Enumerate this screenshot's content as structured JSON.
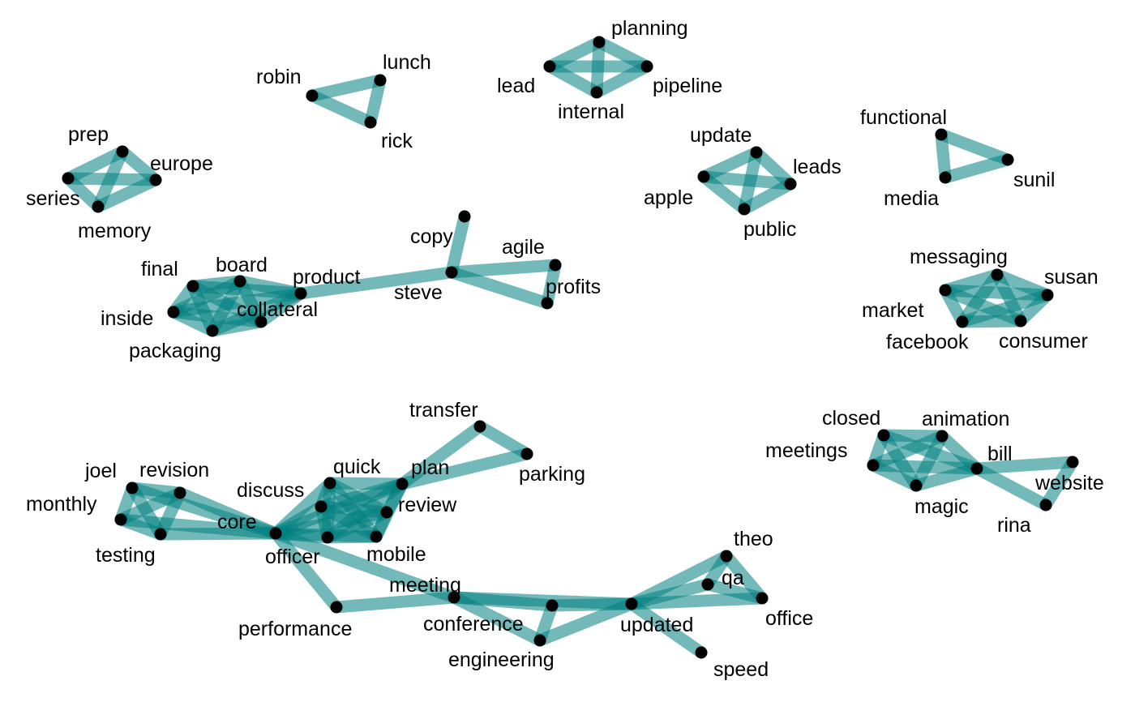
{
  "colors": {
    "edge": "#008080",
    "node": "#000000",
    "label": "#000000",
    "background": "#ffffff"
  },
  "nodes": [
    {
      "id": "robin",
      "label": "robin"
    },
    {
      "id": "lunch",
      "label": "lunch"
    },
    {
      "id": "rick",
      "label": "rick"
    },
    {
      "id": "planning",
      "label": "planning"
    },
    {
      "id": "lead",
      "label": "lead"
    },
    {
      "id": "pipeline",
      "label": "pipeline"
    },
    {
      "id": "internal",
      "label": "internal"
    },
    {
      "id": "prep",
      "label": "prep"
    },
    {
      "id": "europe",
      "label": "europe"
    },
    {
      "id": "series",
      "label": "series"
    },
    {
      "id": "memory",
      "label": "memory"
    },
    {
      "id": "update",
      "label": "update"
    },
    {
      "id": "leads",
      "label": "leads"
    },
    {
      "id": "apple",
      "label": "apple"
    },
    {
      "id": "public",
      "label": "public"
    },
    {
      "id": "functional",
      "label": "functional"
    },
    {
      "id": "sunil",
      "label": "sunil"
    },
    {
      "id": "media",
      "label": "media"
    },
    {
      "id": "copy",
      "label": "copy"
    },
    {
      "id": "agile",
      "label": "agile"
    },
    {
      "id": "steve",
      "label": "steve"
    },
    {
      "id": "profits",
      "label": "profits"
    },
    {
      "id": "product",
      "label": "product"
    },
    {
      "id": "final",
      "label": "final"
    },
    {
      "id": "board",
      "label": "board"
    },
    {
      "id": "inside",
      "label": "inside"
    },
    {
      "id": "collateral",
      "label": "collateral"
    },
    {
      "id": "packaging",
      "label": "packaging"
    },
    {
      "id": "messaging",
      "label": "messaging"
    },
    {
      "id": "susan",
      "label": "susan"
    },
    {
      "id": "market",
      "label": "market"
    },
    {
      "id": "facebook",
      "label": "facebook"
    },
    {
      "id": "consumer",
      "label": "consumer"
    },
    {
      "id": "transfer",
      "label": "transfer"
    },
    {
      "id": "parking",
      "label": "parking"
    },
    {
      "id": "joel",
      "label": "joel"
    },
    {
      "id": "revision",
      "label": "revision"
    },
    {
      "id": "monthly",
      "label": "monthly"
    },
    {
      "id": "testing",
      "label": "testing"
    },
    {
      "id": "core",
      "label": "core"
    },
    {
      "id": "quick",
      "label": "quick"
    },
    {
      "id": "plan",
      "label": "plan"
    },
    {
      "id": "discuss",
      "label": "discuss"
    },
    {
      "id": "review",
      "label": "review"
    },
    {
      "id": "officer",
      "label": "officer"
    },
    {
      "id": "mobile",
      "label": "mobile"
    },
    {
      "id": "closed",
      "label": "closed"
    },
    {
      "id": "animation",
      "label": "animation"
    },
    {
      "id": "meetings",
      "label": "meetings"
    },
    {
      "id": "bill",
      "label": "bill"
    },
    {
      "id": "website",
      "label": "website"
    },
    {
      "id": "magic",
      "label": "magic"
    },
    {
      "id": "rina",
      "label": "rina"
    },
    {
      "id": "theo",
      "label": "theo"
    },
    {
      "id": "qa",
      "label": "qa"
    },
    {
      "id": "office",
      "label": "office"
    },
    {
      "id": "meeting",
      "label": "meeting"
    },
    {
      "id": "performance",
      "label": "performance"
    },
    {
      "id": "conference",
      "label": "conference"
    },
    {
      "id": "updated",
      "label": "updated"
    },
    {
      "id": "engineering",
      "label": "engineering"
    },
    {
      "id": "speed",
      "label": "speed"
    },
    {
      "id": "officer_hub",
      "label": ""
    },
    {
      "id": "quick_hub",
      "label": ""
    },
    {
      "id": "mobile_hub",
      "label": ""
    }
  ],
  "edges": [
    [
      "robin",
      "lunch"
    ],
    [
      "robin",
      "rick"
    ],
    [
      "lunch",
      "rick"
    ],
    [
      "planning",
      "lead"
    ],
    [
      "planning",
      "pipeline"
    ],
    [
      "planning",
      "internal"
    ],
    [
      "lead",
      "pipeline"
    ],
    [
      "lead",
      "internal"
    ],
    [
      "pipeline",
      "internal"
    ],
    [
      "prep",
      "europe"
    ],
    [
      "prep",
      "series"
    ],
    [
      "prep",
      "memory"
    ],
    [
      "europe",
      "series"
    ],
    [
      "europe",
      "memory"
    ],
    [
      "series",
      "memory"
    ],
    [
      "update",
      "leads"
    ],
    [
      "update",
      "apple"
    ],
    [
      "update",
      "public"
    ],
    [
      "leads",
      "apple"
    ],
    [
      "leads",
      "public"
    ],
    [
      "apple",
      "public"
    ],
    [
      "functional",
      "sunil"
    ],
    [
      "functional",
      "media"
    ],
    [
      "sunil",
      "media"
    ],
    [
      "copy",
      "steve"
    ],
    [
      "agile",
      "steve"
    ],
    [
      "agile",
      "profits"
    ],
    [
      "steve",
      "profits"
    ],
    [
      "steve",
      "product"
    ],
    [
      "product",
      "final"
    ],
    [
      "product",
      "board"
    ],
    [
      "product",
      "inside"
    ],
    [
      "product",
      "collateral"
    ],
    [
      "product",
      "packaging"
    ],
    [
      "final",
      "board"
    ],
    [
      "final",
      "inside"
    ],
    [
      "final",
      "collateral"
    ],
    [
      "final",
      "packaging"
    ],
    [
      "board",
      "inside"
    ],
    [
      "board",
      "collateral"
    ],
    [
      "board",
      "packaging"
    ],
    [
      "inside",
      "collateral"
    ],
    [
      "inside",
      "packaging"
    ],
    [
      "collateral",
      "packaging"
    ],
    [
      "messaging",
      "susan"
    ],
    [
      "messaging",
      "market"
    ],
    [
      "messaging",
      "facebook"
    ],
    [
      "messaging",
      "consumer"
    ],
    [
      "susan",
      "market"
    ],
    [
      "susan",
      "facebook"
    ],
    [
      "susan",
      "consumer"
    ],
    [
      "market",
      "facebook"
    ],
    [
      "market",
      "consumer"
    ],
    [
      "facebook",
      "consumer"
    ],
    [
      "transfer",
      "plan"
    ],
    [
      "transfer",
      "parking"
    ],
    [
      "parking",
      "plan"
    ],
    [
      "joel",
      "revision"
    ],
    [
      "joel",
      "monthly"
    ],
    [
      "joel",
      "testing"
    ],
    [
      "revision",
      "monthly"
    ],
    [
      "revision",
      "testing"
    ],
    [
      "monthly",
      "testing"
    ],
    [
      "joel",
      "core"
    ],
    [
      "revision",
      "core"
    ],
    [
      "monthly",
      "core"
    ],
    [
      "testing",
      "core"
    ],
    [
      "core",
      "quick"
    ],
    [
      "core",
      "plan"
    ],
    [
      "core",
      "discuss"
    ],
    [
      "core",
      "review"
    ],
    [
      "core",
      "officer"
    ],
    [
      "core",
      "mobile"
    ],
    [
      "quick",
      "plan"
    ],
    [
      "quick",
      "discuss"
    ],
    [
      "quick",
      "review"
    ],
    [
      "quick",
      "officer"
    ],
    [
      "quick",
      "mobile"
    ],
    [
      "plan",
      "discuss"
    ],
    [
      "plan",
      "review"
    ],
    [
      "plan",
      "officer"
    ],
    [
      "plan",
      "mobile"
    ],
    [
      "discuss",
      "review"
    ],
    [
      "discuss",
      "officer"
    ],
    [
      "discuss",
      "mobile"
    ],
    [
      "review",
      "officer"
    ],
    [
      "review",
      "mobile"
    ],
    [
      "officer",
      "mobile"
    ],
    [
      "core",
      "performance"
    ],
    [
      "core",
      "meeting"
    ],
    [
      "performance",
      "meeting"
    ],
    [
      "meeting",
      "conference"
    ],
    [
      "meeting",
      "updated"
    ],
    [
      "meeting",
      "engineering"
    ],
    [
      "conference",
      "updated"
    ],
    [
      "conference",
      "engineering"
    ],
    [
      "engineering",
      "updated"
    ],
    [
      "updated",
      "theo"
    ],
    [
      "updated",
      "qa"
    ],
    [
      "updated",
      "office"
    ],
    [
      "updated",
      "speed"
    ],
    [
      "theo",
      "qa"
    ],
    [
      "theo",
      "office"
    ],
    [
      "qa",
      "office"
    ],
    [
      "closed",
      "animation"
    ],
    [
      "closed",
      "meetings"
    ],
    [
      "closed",
      "magic"
    ],
    [
      "closed",
      "bill"
    ],
    [
      "animation",
      "meetings"
    ],
    [
      "animation",
      "magic"
    ],
    [
      "animation",
      "bill"
    ],
    [
      "meetings",
      "magic"
    ],
    [
      "meetings",
      "bill"
    ],
    [
      "magic",
      "bill"
    ],
    [
      "bill",
      "website"
    ],
    [
      "bill",
      "rina"
    ],
    [
      "website",
      "rina"
    ]
  ]
}
